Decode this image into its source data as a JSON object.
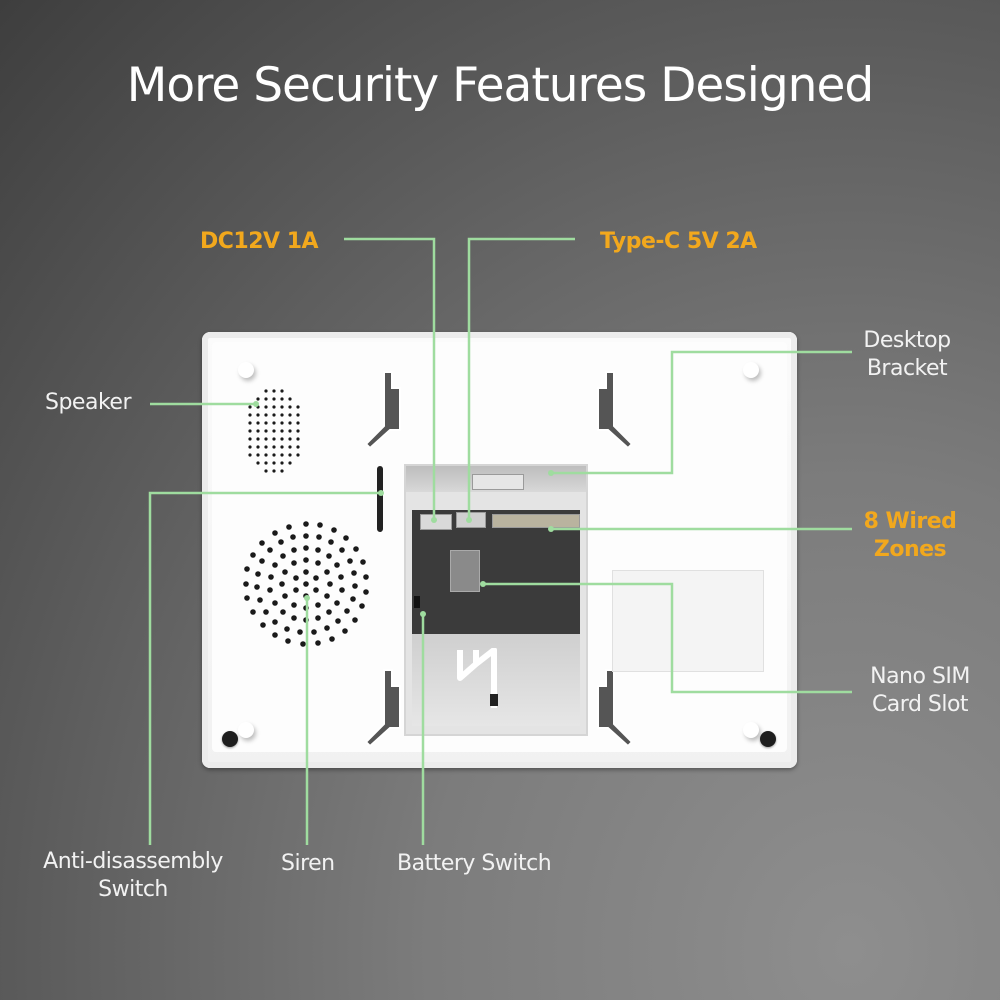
{
  "title": "More Security Features Designed",
  "colors": {
    "accent": "#f2a81d",
    "callout_line": "#9fdc9f",
    "label_text": "#f2f2f2",
    "title_text": "#ffffff"
  },
  "callouts": {
    "dc_power": {
      "label": "DC12V 1A",
      "highlight": true
    },
    "type_c": {
      "label": "Type-C 5V 2A",
      "highlight": true
    },
    "desktop_bracket": {
      "line1": "Desktop",
      "line2": "Bracket",
      "highlight": false
    },
    "wired_zones": {
      "line1": "8 Wired",
      "line2": "Zones",
      "highlight": true
    },
    "nano_sim": {
      "line1": "Nano SIM",
      "line2": "Card Slot",
      "highlight": false
    },
    "speaker": {
      "label": "Speaker",
      "highlight": false
    },
    "anti_disassembly": {
      "line1": "Anti-disassembly",
      "line2": "Switch",
      "highlight": false
    },
    "siren": {
      "label": "Siren",
      "highlight": false
    },
    "battery_switch": {
      "label": "Battery Switch",
      "highlight": false
    }
  }
}
